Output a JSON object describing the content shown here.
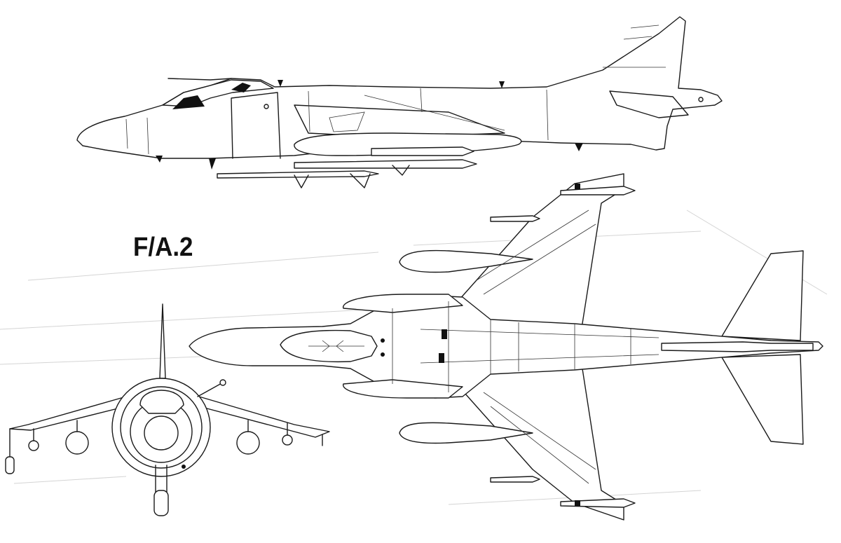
{
  "drawing": {
    "variant_label": "F/A.2",
    "views": [
      "side-profile-view",
      "top-planform-view",
      "front-view"
    ],
    "line_color": "#1a1a1a",
    "background_color": "#ffffff"
  }
}
